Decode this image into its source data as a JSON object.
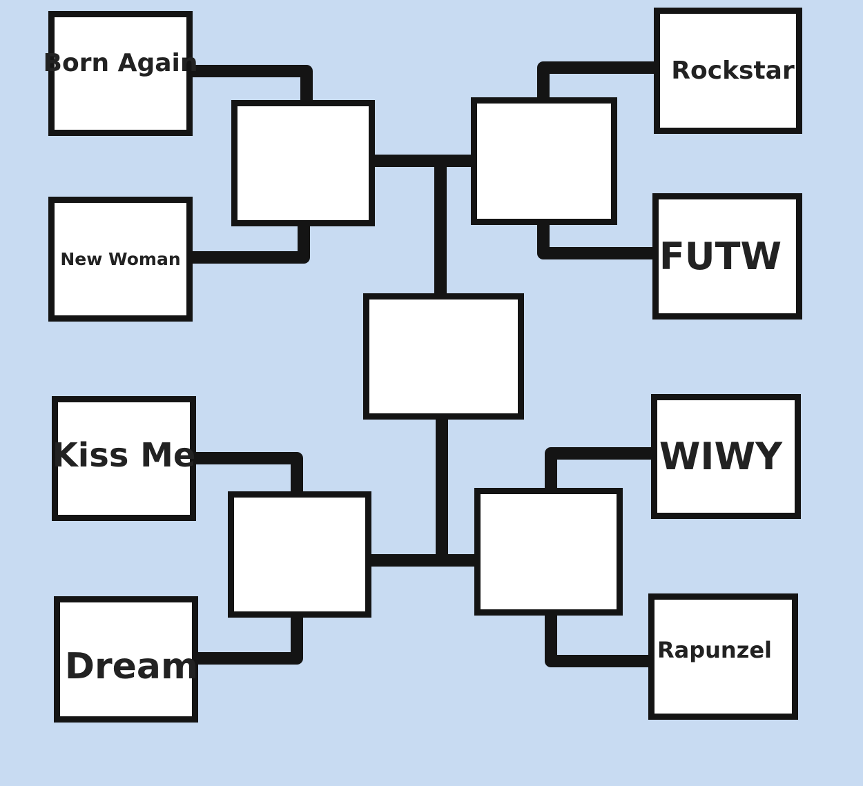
{
  "seeds": {
    "born_again": "Born Again",
    "new_woman": "New Woman",
    "kiss_me": "Kiss Me",
    "dream": "Dream",
    "rockstar": "Rockstar",
    "futw": "FUTW",
    "wiwy": "WIWY",
    "rapunzel": "Rapunzel"
  },
  "colors": {
    "background": "#c8dbf2",
    "box_fill": "#ffffff",
    "box_border": "#141414",
    "connector": "#141414",
    "text": "#222222"
  }
}
